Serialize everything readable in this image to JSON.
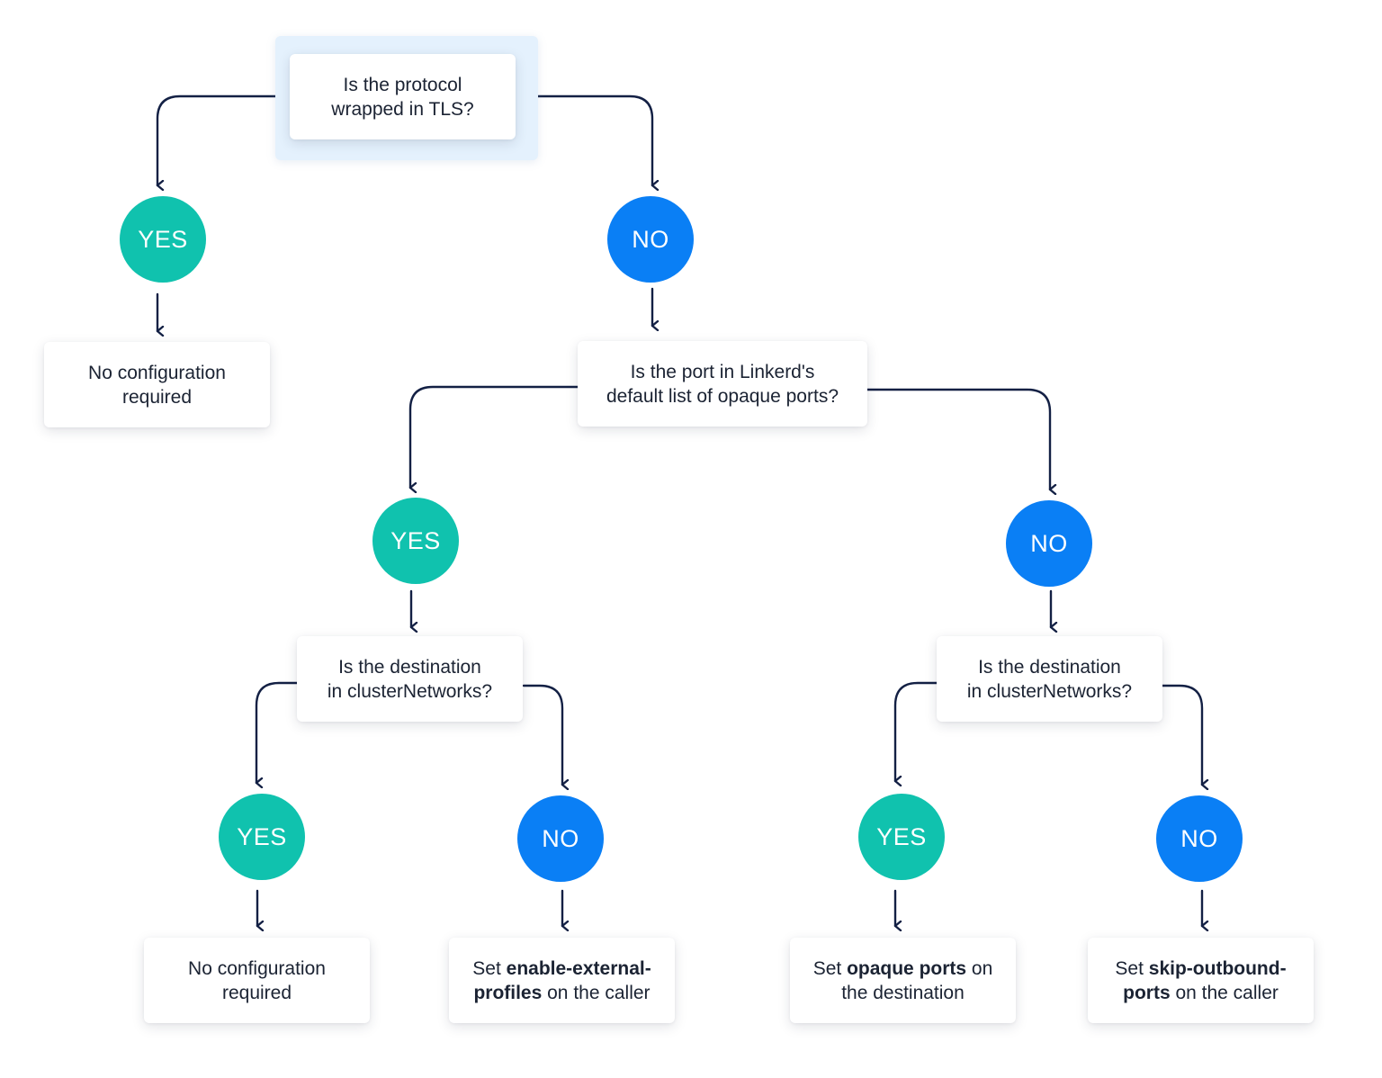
{
  "colors": {
    "yes": "#10c2ae",
    "no": "#0a7ff5",
    "connector": "#132044",
    "highlight": "#e4f1fd",
    "text": "#1b2333"
  },
  "labels": {
    "yes": "YES",
    "no": "NO"
  },
  "questions": {
    "tls": {
      "line1": "Is the protocol",
      "line2": "wrapped in TLS?"
    },
    "opaque_port": {
      "line1": "Is the port in Linkerd's",
      "line2": "default list of opaque ports?"
    },
    "cluster_left": {
      "line1": "Is the destination",
      "line2": "in clusterNetworks?"
    },
    "cluster_right": {
      "line1": "Is the destination",
      "line2": "in clusterNetworks?"
    }
  },
  "outcomes": {
    "tls_yes": {
      "line1": "No configuration",
      "line2": "required"
    },
    "left_yes": {
      "line1": "No configuration",
      "line2": "required"
    },
    "left_no": {
      "pre": "Set ",
      "bold1": "enable-external-",
      "bold2": "profiles",
      "post": " on the caller"
    },
    "right_yes": {
      "pre": "Set ",
      "bold": "opaque ports",
      "post": " on",
      "line2": "the destination"
    },
    "right_no": {
      "pre": "Set ",
      "bold1": "skip-outbound-",
      "bold2": "ports",
      "post": " on the caller"
    }
  }
}
